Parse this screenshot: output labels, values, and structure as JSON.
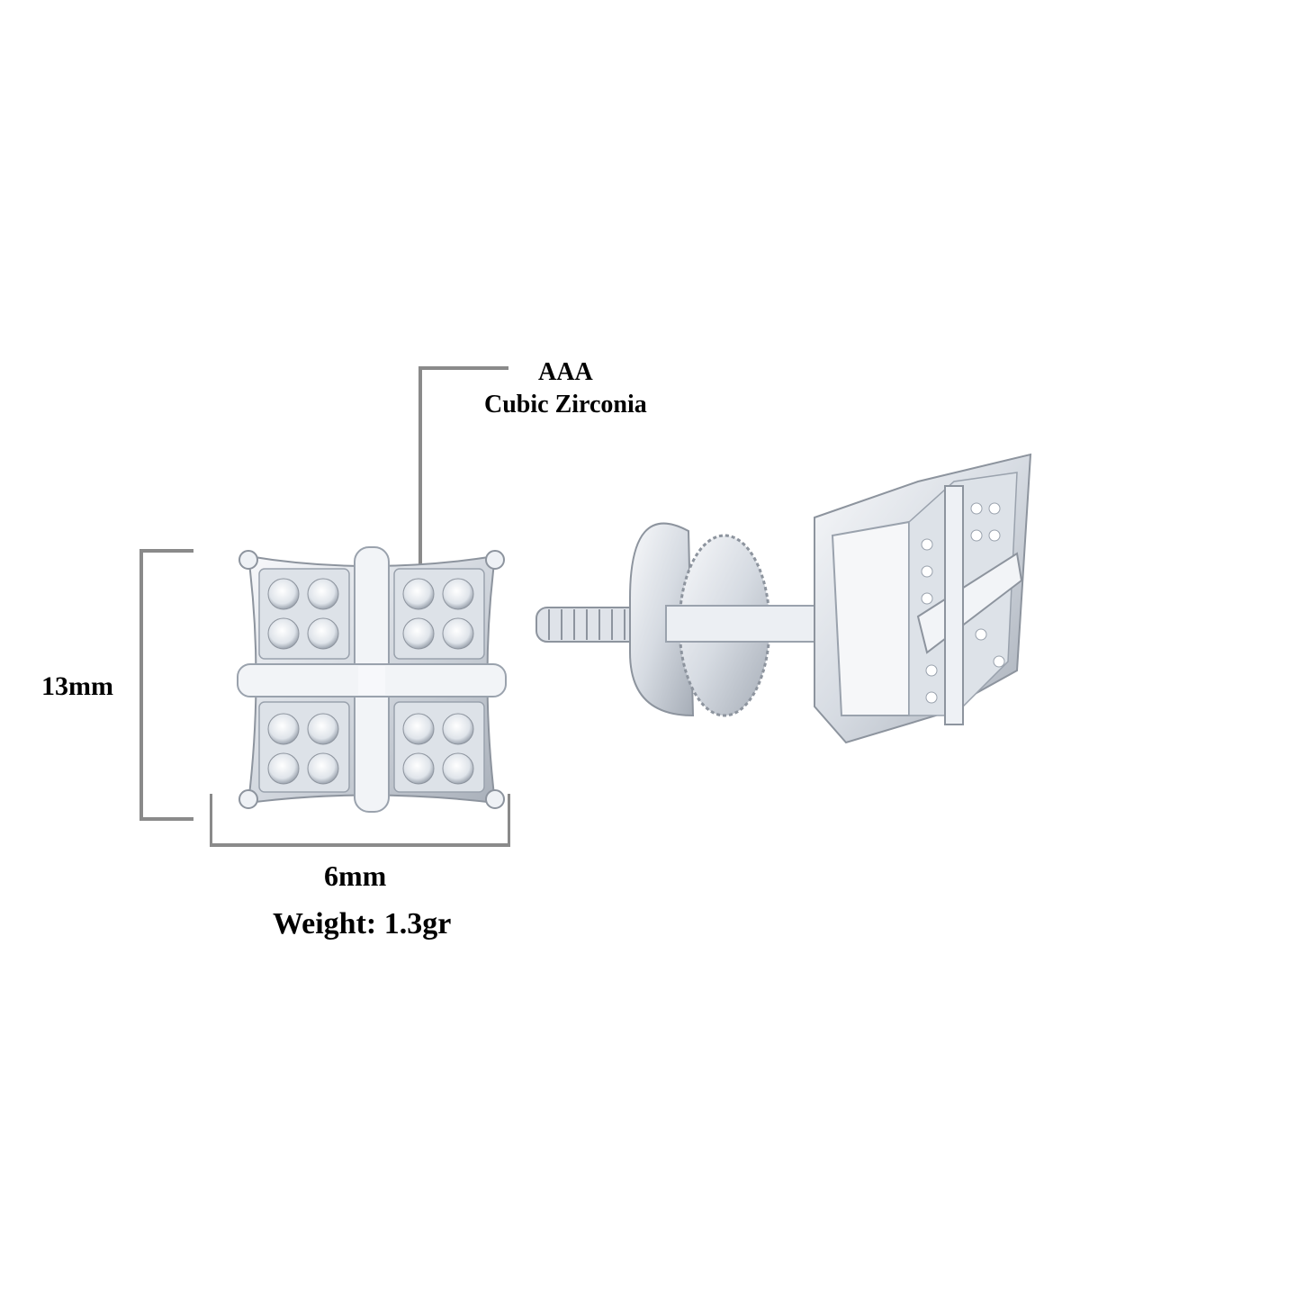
{
  "product": {
    "type": "stud earrings",
    "material_note": "white metal with pave stones",
    "callout": {
      "line1": "AAA",
      "line2": "Cubic Zirconia"
    },
    "dimensions": {
      "height": "13mm",
      "width": "6mm"
    },
    "weight": "Weight: 1.3gr"
  },
  "colors": {
    "background": "#ffffff",
    "dimension_line": "#8a8a8a",
    "text": "#000000",
    "metal_light": "#f4f6f9",
    "metal_mid": "#c9ced6",
    "metal_dark": "#8d949e"
  }
}
